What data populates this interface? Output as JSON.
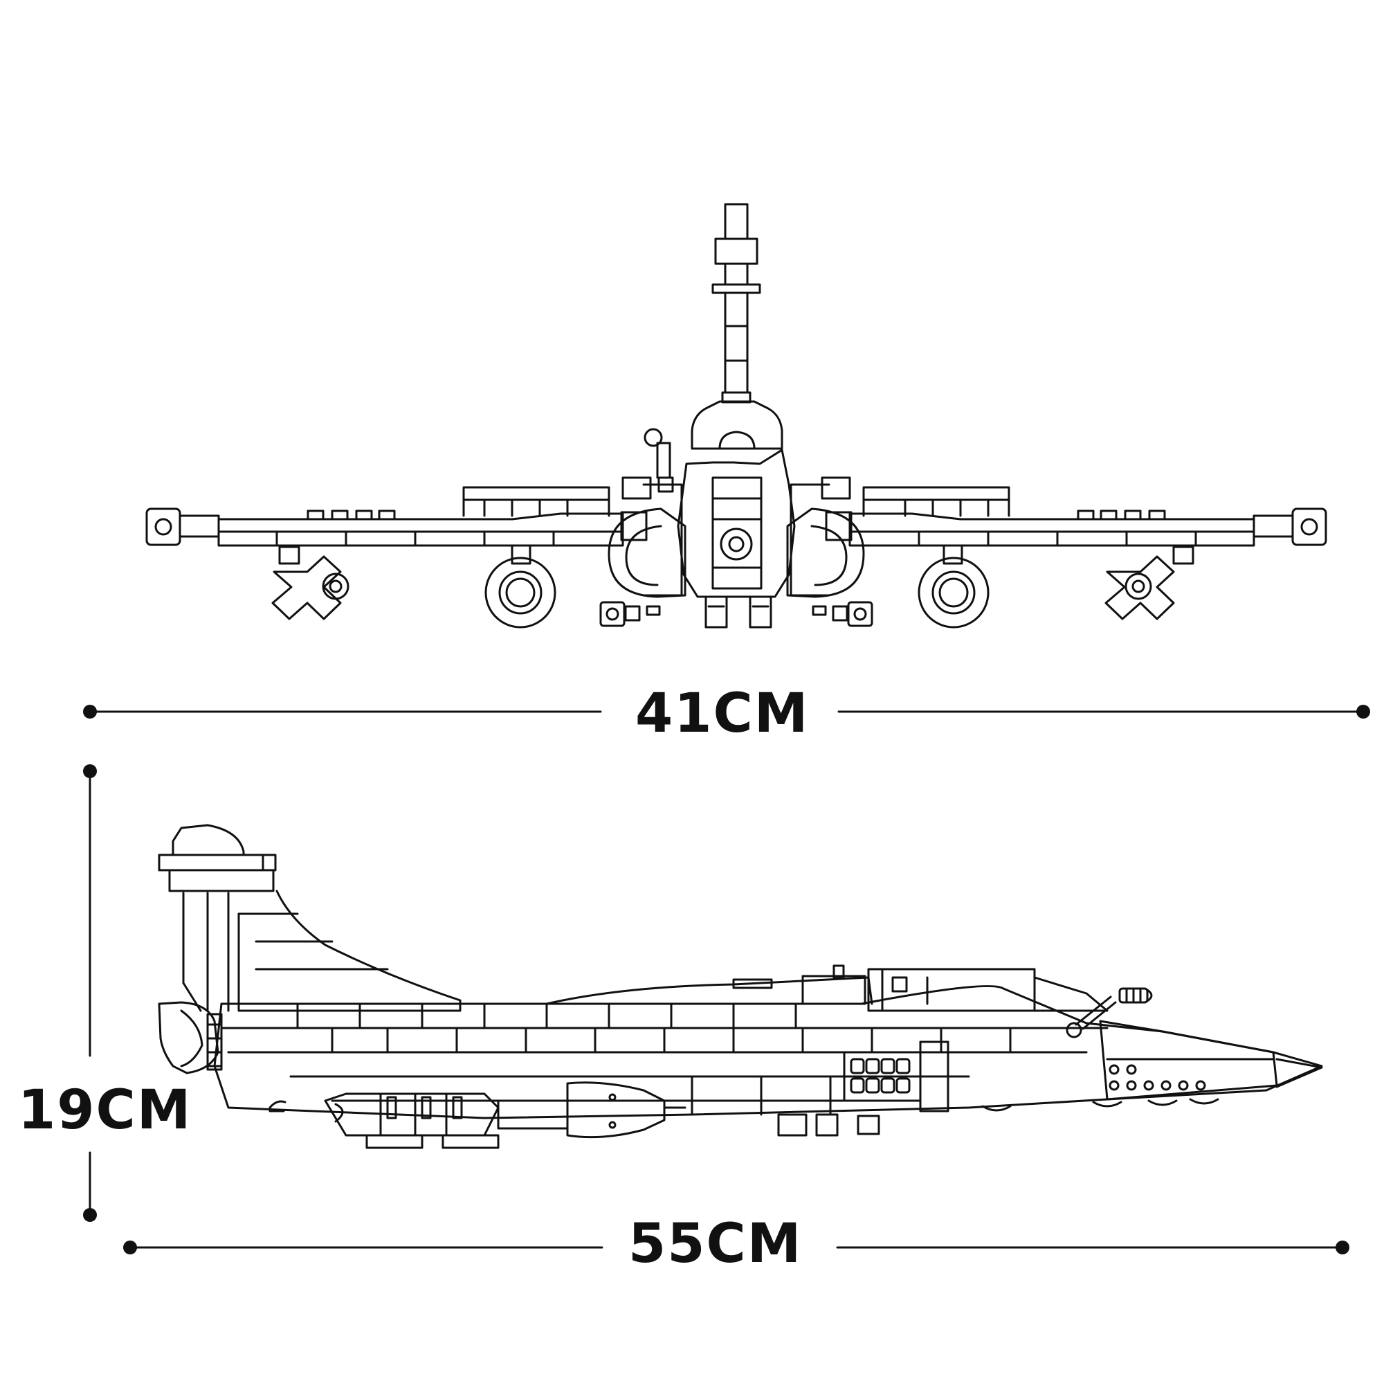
{
  "dimensions": {
    "width_label": "41CM",
    "height_label": "19CM",
    "length_label": "55CM"
  },
  "views": [
    {
      "name": "front-view"
    },
    {
      "name": "side-view"
    }
  ],
  "colors": {
    "line": "#111111",
    "background": "#ffffff"
  }
}
